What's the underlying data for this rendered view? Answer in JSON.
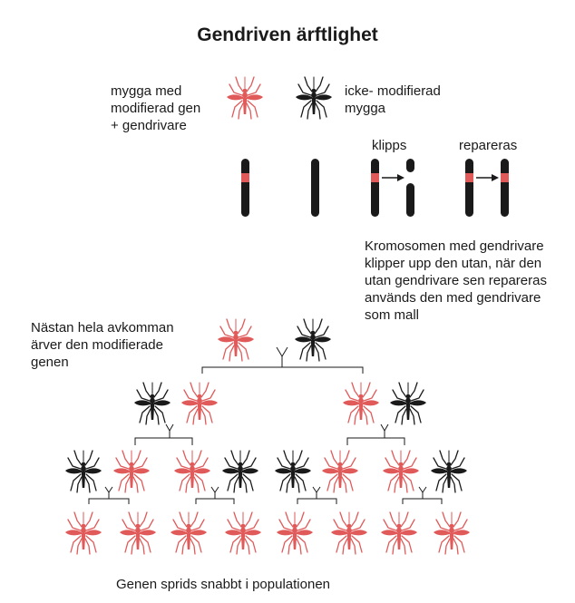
{
  "title": "Gendriven ärftlighet",
  "legend": {
    "modified": "mygga med\nmodifierad gen\n+ gendrivare",
    "unmodified": "icke- modifierad\nmygga"
  },
  "steps": {
    "cut": "klipps",
    "repair": "repareras"
  },
  "chromosome_caption": "Kromosomen med gendrivare\nklipper upp den utan, när den\nutan gendrivare sen repareras\nanvänds den med gendrivare\nsom mall",
  "inheritance_caption": "Nästan hela avkomman\närver den modifierade\ngenen",
  "footer": "Genen sprids snabbt i  populationen",
  "mating_symbol": "Y",
  "colors": {
    "modified": "#e05a5a",
    "unmodified": "#1a1a1a",
    "gene_band": "#e05a5a"
  },
  "pedigree": {
    "generation_1": [
      "modified",
      "unmodified"
    ],
    "generation_2": [
      "unmodified",
      "modified",
      "modified",
      "unmodified"
    ],
    "generation_3": [
      "unmodified",
      "modified",
      "modified",
      "unmodified",
      "unmodified",
      "modified",
      "modified",
      "unmodified"
    ],
    "generation_4": [
      "modified",
      "modified",
      "modified",
      "modified",
      "modified",
      "modified",
      "modified",
      "modified"
    ]
  }
}
